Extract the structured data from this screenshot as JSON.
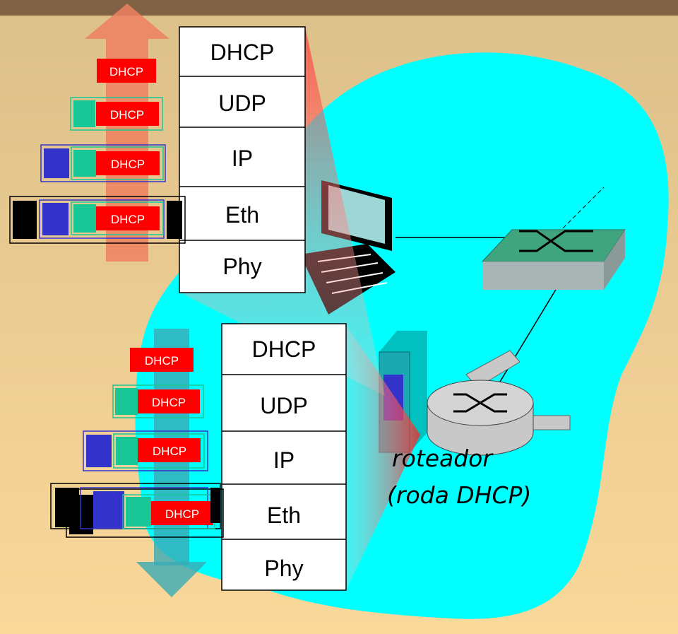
{
  "colors": {
    "top_band": "#7f6143",
    "background_top": "#dcc08a",
    "background_bottom": "#fad89a",
    "network_cloud": "#00ffff",
    "dhcp_tag": "#ff0000",
    "udp_header": "#19c796",
    "ip_header": "#3333cc",
    "eth_header": "#000000",
    "up_arrow": "#ee8060",
    "down_arrow": "#3aaab4",
    "switch_top": "#3fa57e",
    "switch_side": "#8a9a98",
    "switch_front": "#a9b5b5",
    "router_body": "#c8c8c8"
  },
  "client_stack": {
    "layers": [
      "DHCP",
      "UDP",
      "IP",
      "Eth",
      "Phy"
    ]
  },
  "router_stack": {
    "layers": [
      "DHCP",
      "UDP",
      "IP",
      "Eth",
      "Phy"
    ]
  },
  "packet_tag": "DHCP",
  "router_label": {
    "line1": "roteador",
    "line2": "(roda DHCP)"
  },
  "icons": [
    "laptop-icon",
    "switch-icon",
    "router-icon",
    "server-icon"
  ]
}
